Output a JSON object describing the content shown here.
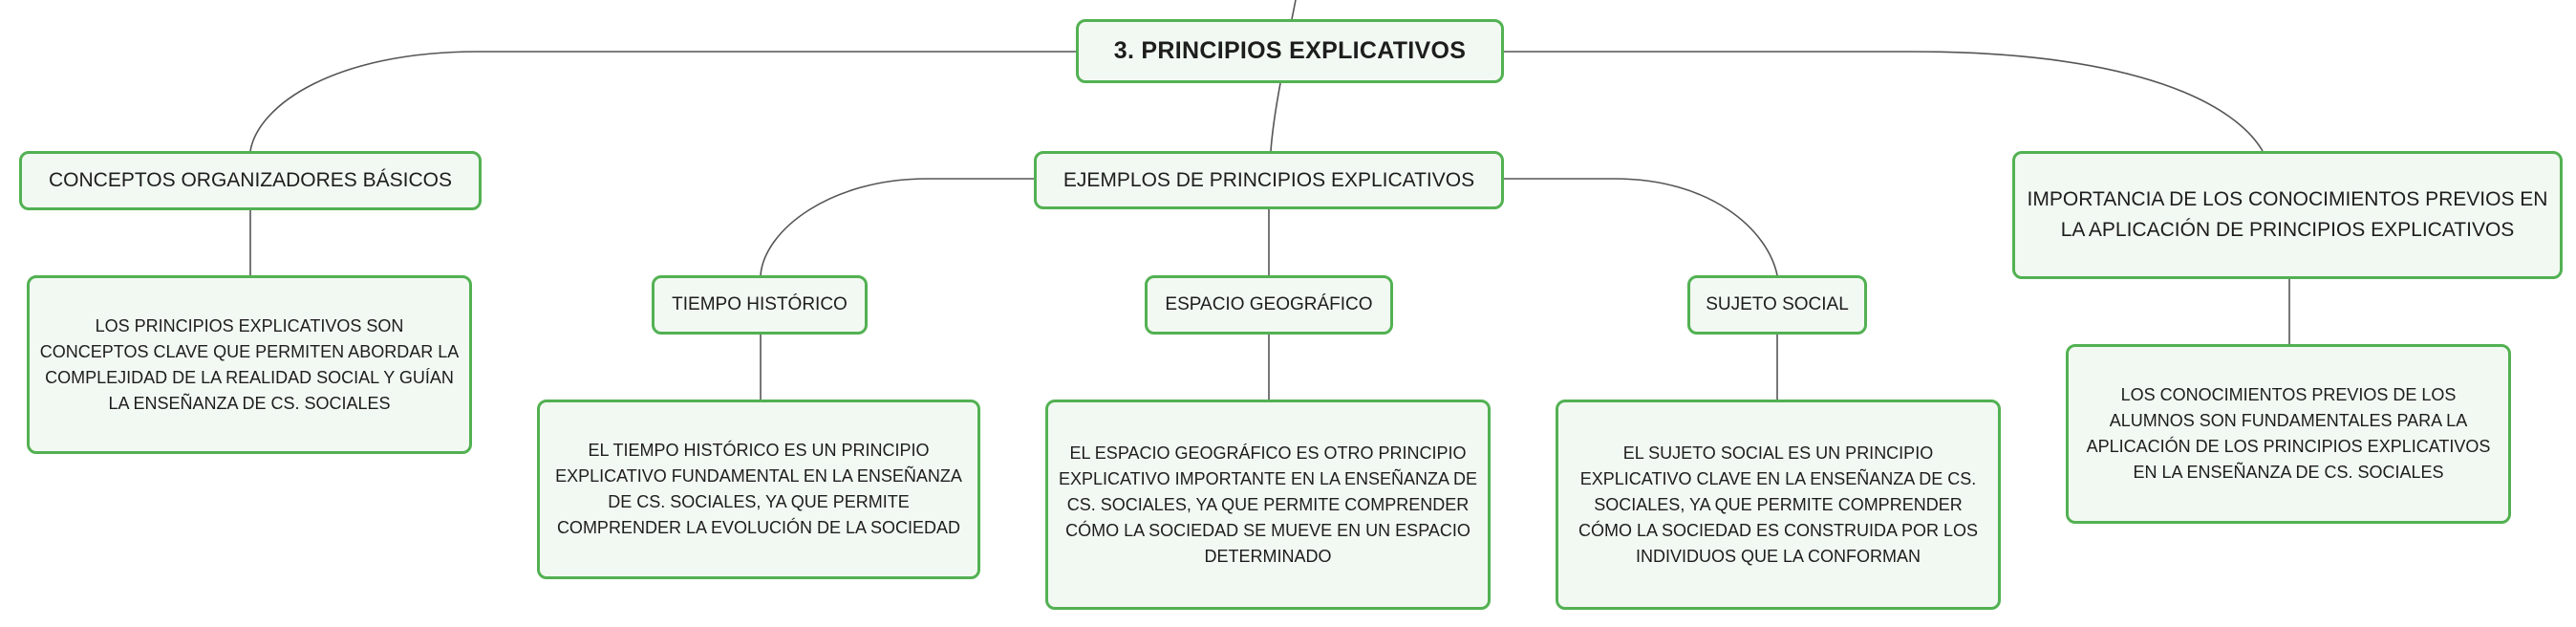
{
  "diagram": {
    "root": "3. PRINCIPIOS EXPLICATIVOS",
    "conceptos": {
      "title": "CONCEPTOS ORGANIZADORES BÁSICOS",
      "desc": "LOS PRINCIPIOS EXPLICATIVOS SON CONCEPTOS CLAVE QUE PERMITEN ABORDAR LA COMPLEJIDAD DE LA REALIDAD SOCIAL Y GUÍAN LA ENSEÑANZA DE CS. SOCIALES"
    },
    "ejemplos": {
      "title": "EJEMPLOS DE PRINCIPIOS EXPLICATIVOS",
      "tiempo": {
        "title": "TIEMPO HISTÓRICO",
        "desc": "EL TIEMPO HISTÓRICO ES UN PRINCIPIO EXPLICATIVO FUNDAMENTAL EN LA ENSEÑANZA DE CS. SOCIALES, YA QUE PERMITE COMPRENDER LA EVOLUCIÓN DE LA SOCIEDAD"
      },
      "espacio": {
        "title": "ESPACIO GEOGRÁFICO",
        "desc": "EL ESPACIO GEOGRÁFICO ES OTRO PRINCIPIO EXPLICATIVO IMPORTANTE EN LA ENSEÑANZA DE CS. SOCIALES, YA QUE PERMITE COMPRENDER CÓMO LA SOCIEDAD SE MUEVE EN UN ESPACIO DETERMINADO"
      },
      "sujeto": {
        "title": "SUJETO SOCIAL",
        "desc": "EL SUJETO SOCIAL ES UN PRINCIPIO EXPLICATIVO CLAVE EN LA ENSEÑANZA DE CS. SOCIALES, YA QUE PERMITE COMPRENDER CÓMO LA SOCIEDAD ES CONSTRUIDA POR LOS INDIVIDUOS QUE LA CONFORMAN"
      }
    },
    "importancia": {
      "title": "IMPORTANCIA DE LOS CONOCIMIENTOS PREVIOS EN LA APLICACIÓN DE PRINCIPIOS EXPLICATIVOS",
      "desc": "LOS CONOCIMIENTOS PREVIOS DE LOS ALUMNOS SON FUNDAMENTALES PARA LA APLICACIÓN DE LOS PRINCIPIOS EXPLICATIVOS EN LA ENSEÑANZA DE CS. SOCIALES"
    }
  }
}
